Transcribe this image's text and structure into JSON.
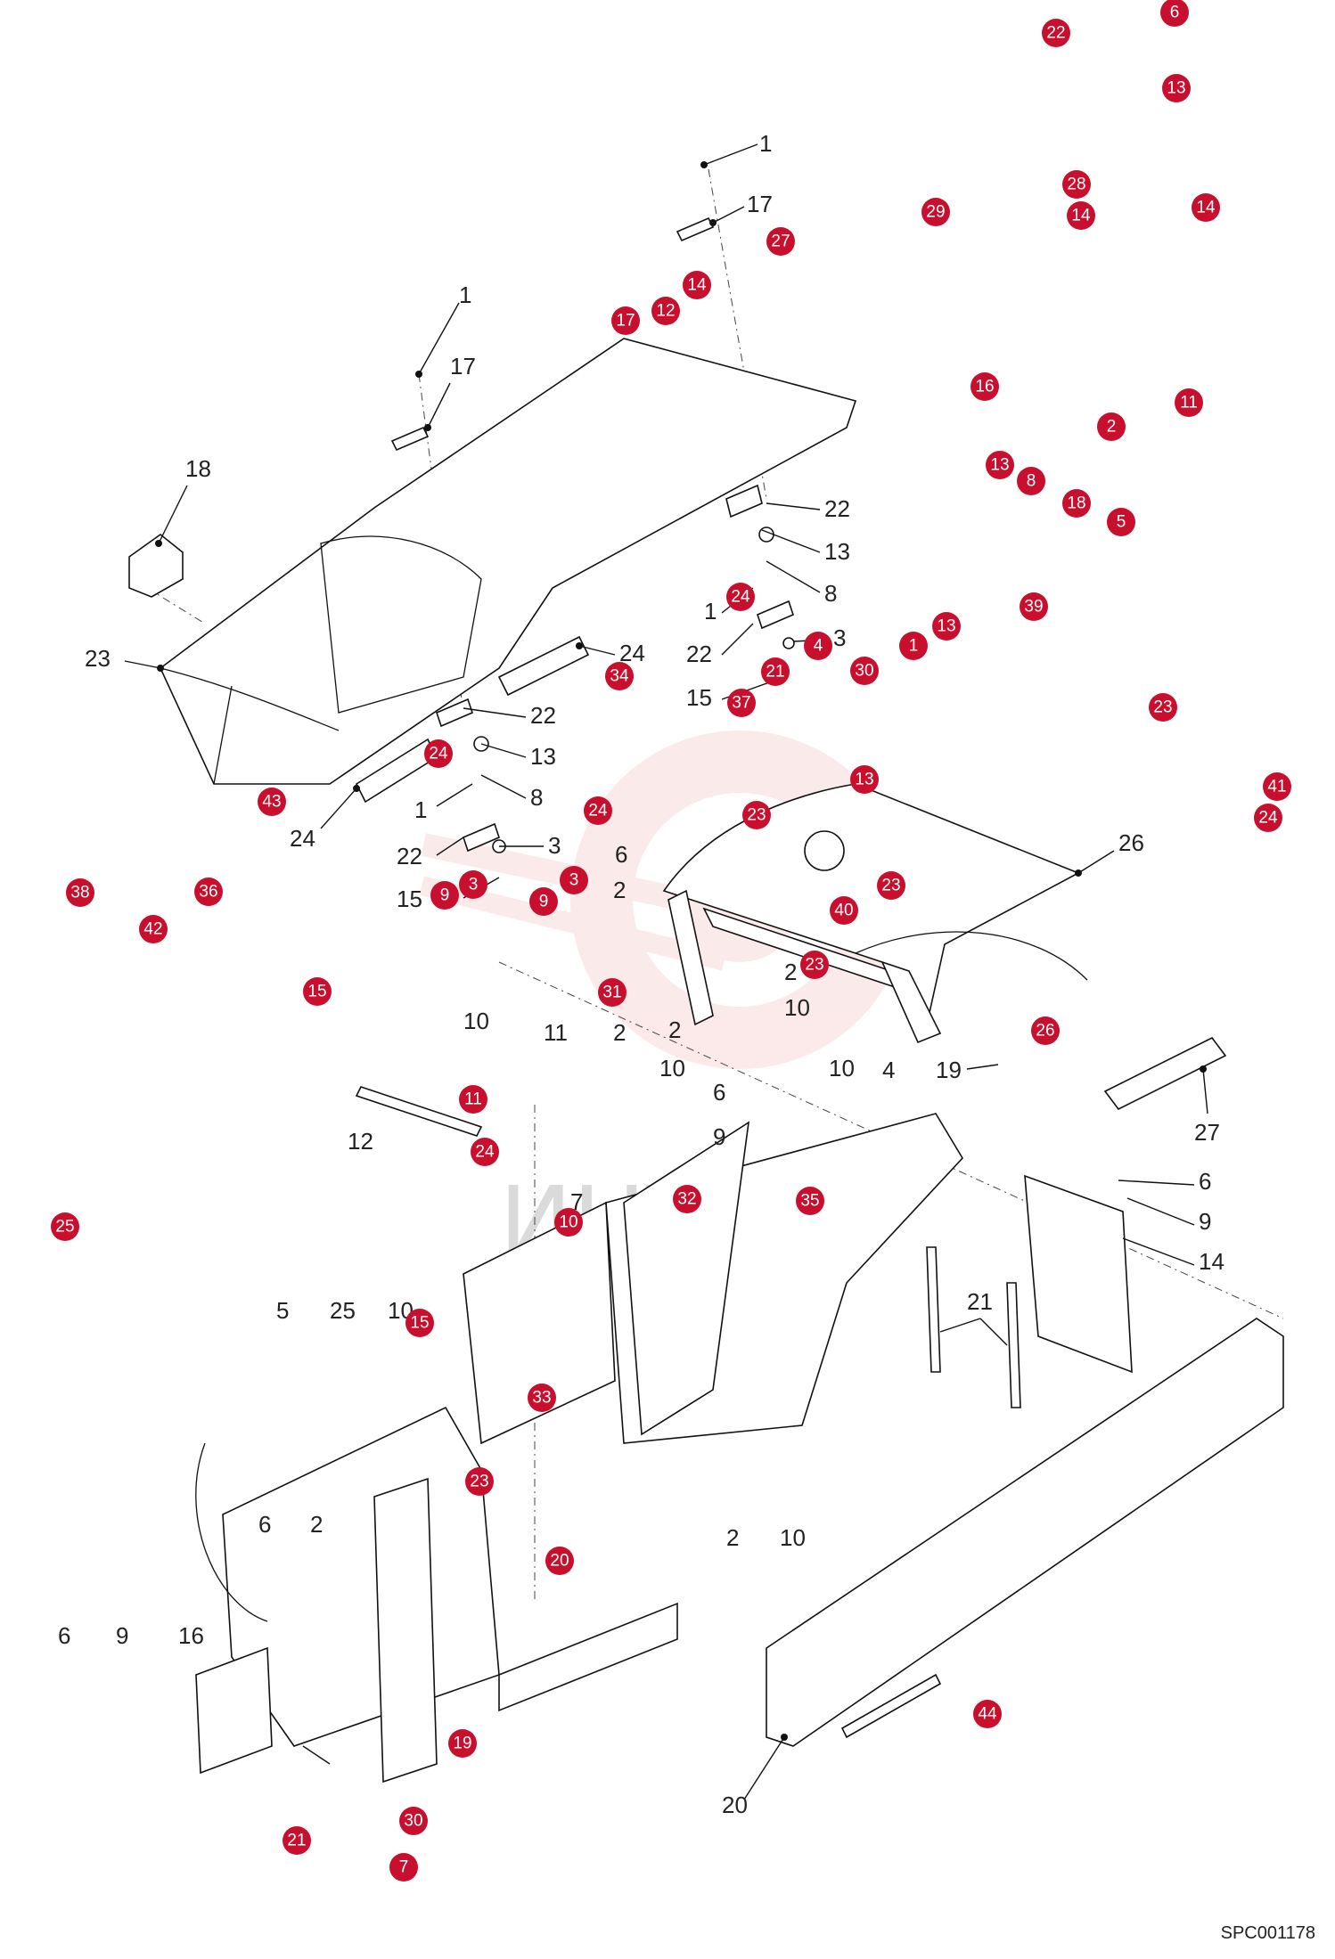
{
  "drawing_code": "SPC001178",
  "watermark_text": "ИНТЕХ",
  "accent_color": "#c8102e",
  "callout_labels": [
    "1",
    "17",
    "1",
    "17",
    "18",
    "22",
    "13",
    "8",
    "1",
    "22",
    "3",
    "15",
    "23",
    "24",
    "22",
    "13",
    "8",
    "1",
    "22",
    "3",
    "15",
    "24",
    "26",
    "6",
    "2",
    "2",
    "11",
    "2",
    "10",
    "2",
    "10",
    "10",
    "4",
    "19",
    "27",
    "10",
    "12",
    "6",
    "9",
    "6",
    "9",
    "14",
    "7",
    "5",
    "25",
    "10",
    "21",
    "6",
    "2",
    "2",
    "10",
    "6",
    "9",
    "16",
    "20"
  ],
  "hotspots": [
    "22",
    "6",
    "13",
    "28",
    "14",
    "29",
    "14",
    "27",
    "14",
    "12",
    "17",
    "16",
    "11",
    "2",
    "13",
    "8",
    "18",
    "5",
    "24",
    "39",
    "13",
    "1",
    "4",
    "30",
    "21",
    "34",
    "37",
    "23",
    "24",
    "43",
    "13",
    "24",
    "23",
    "41",
    "24",
    "40",
    "38",
    "36",
    "3",
    "9",
    "3",
    "9",
    "23",
    "42",
    "31",
    "23",
    "15",
    "26",
    "11",
    "24",
    "25",
    "32",
    "35",
    "10",
    "15",
    "33",
    "23",
    "20",
    "44",
    "19",
    "30",
    "21",
    "7"
  ]
}
